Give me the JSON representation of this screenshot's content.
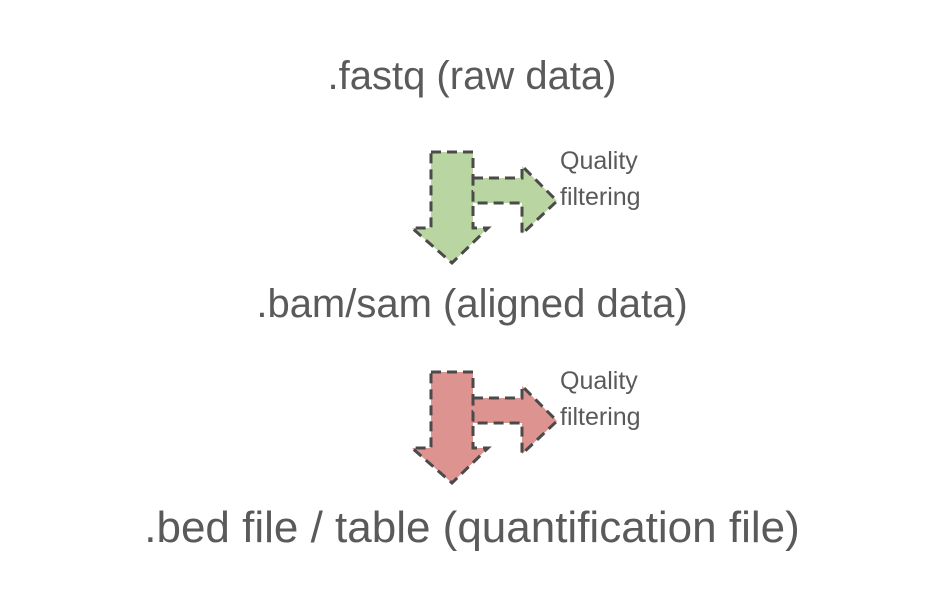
{
  "diagram": {
    "title_stages": [
      {
        "id": "fastq",
        "label": ".fastq (raw data)"
      },
      {
        "id": "bam",
        "label": ".bam/sam (aligned data)"
      },
      {
        "id": "bed",
        "label": ".bed file / table (quantification file)"
      }
    ],
    "steps": [
      {
        "id": "quality-1",
        "caption_line1": "Quality",
        "caption_line2": "filtering",
        "fill_color": "#b9d5a2",
        "stroke_color": "#4a4a4a"
      },
      {
        "id": "quality-2",
        "caption_line1": "Quality",
        "caption_line2": "filtering",
        "fill_color": "#dd9491",
        "stroke_color": "#4a4a4a"
      }
    ],
    "colors": {
      "background": "#ffffff",
      "text": "#5a5a5a",
      "green_fill": "#b9d5a2",
      "red_fill": "#dd9491",
      "outline": "#4a4a4a"
    }
  }
}
